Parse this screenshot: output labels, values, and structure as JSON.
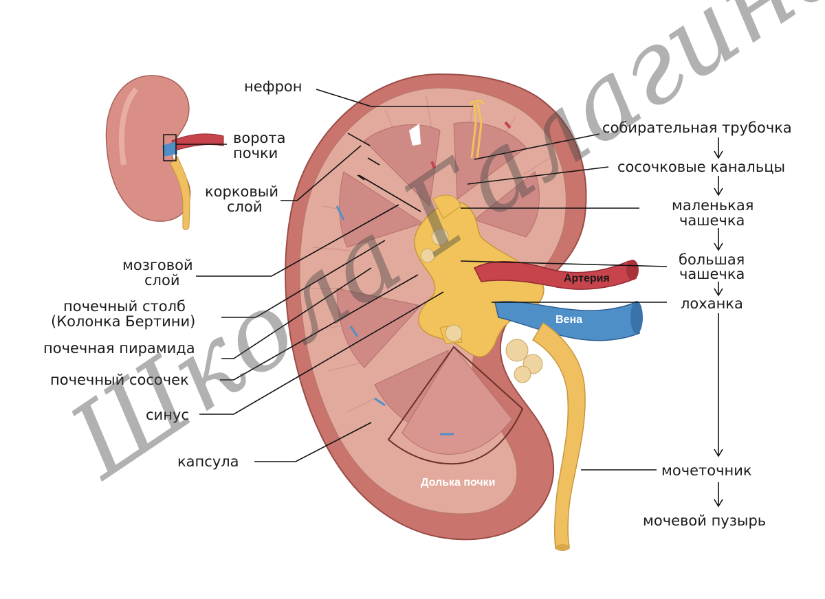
{
  "labels": {
    "nephron": "нефрон",
    "hilum_1": "ворота",
    "hilum_2": "почки",
    "cortex_1": "корковый",
    "cortex_2": "слой",
    "medulla_1": "мозговой",
    "medulla_2": "слой",
    "column_1": "почечный столб",
    "column_2": "(Колонка Бертини)",
    "pyramid": "почечная пирамида",
    "papilla": "почечный сосочек",
    "sinus": "синус",
    "capsule": "капсула",
    "collecting_duct": "собирательная трубочка",
    "papillary_ducts": "сосочковые канальцы",
    "minor_calyx_1": "маленькая",
    "minor_calyx_2": "чашечка",
    "major_calyx_1": "большая",
    "major_calyx_2": "чашечка",
    "pelvis": "лоханка",
    "ureter": "мочеточник",
    "bladder": "мочевой пузырь",
    "artery": "Артерия",
    "vein": "Вена",
    "lobe": "Долька почки"
  },
  "watermark": "Школа Галагина",
  "colors": {
    "kidney": "#d98f86",
    "capsule": "#c9746c",
    "cortex": "#e2aa9c",
    "pyramid": "#cf8a86",
    "pelvis": "#f2c35a",
    "artery": "#c8444c",
    "vein": "#4f8fc8",
    "ureter": "#f0c060"
  }
}
